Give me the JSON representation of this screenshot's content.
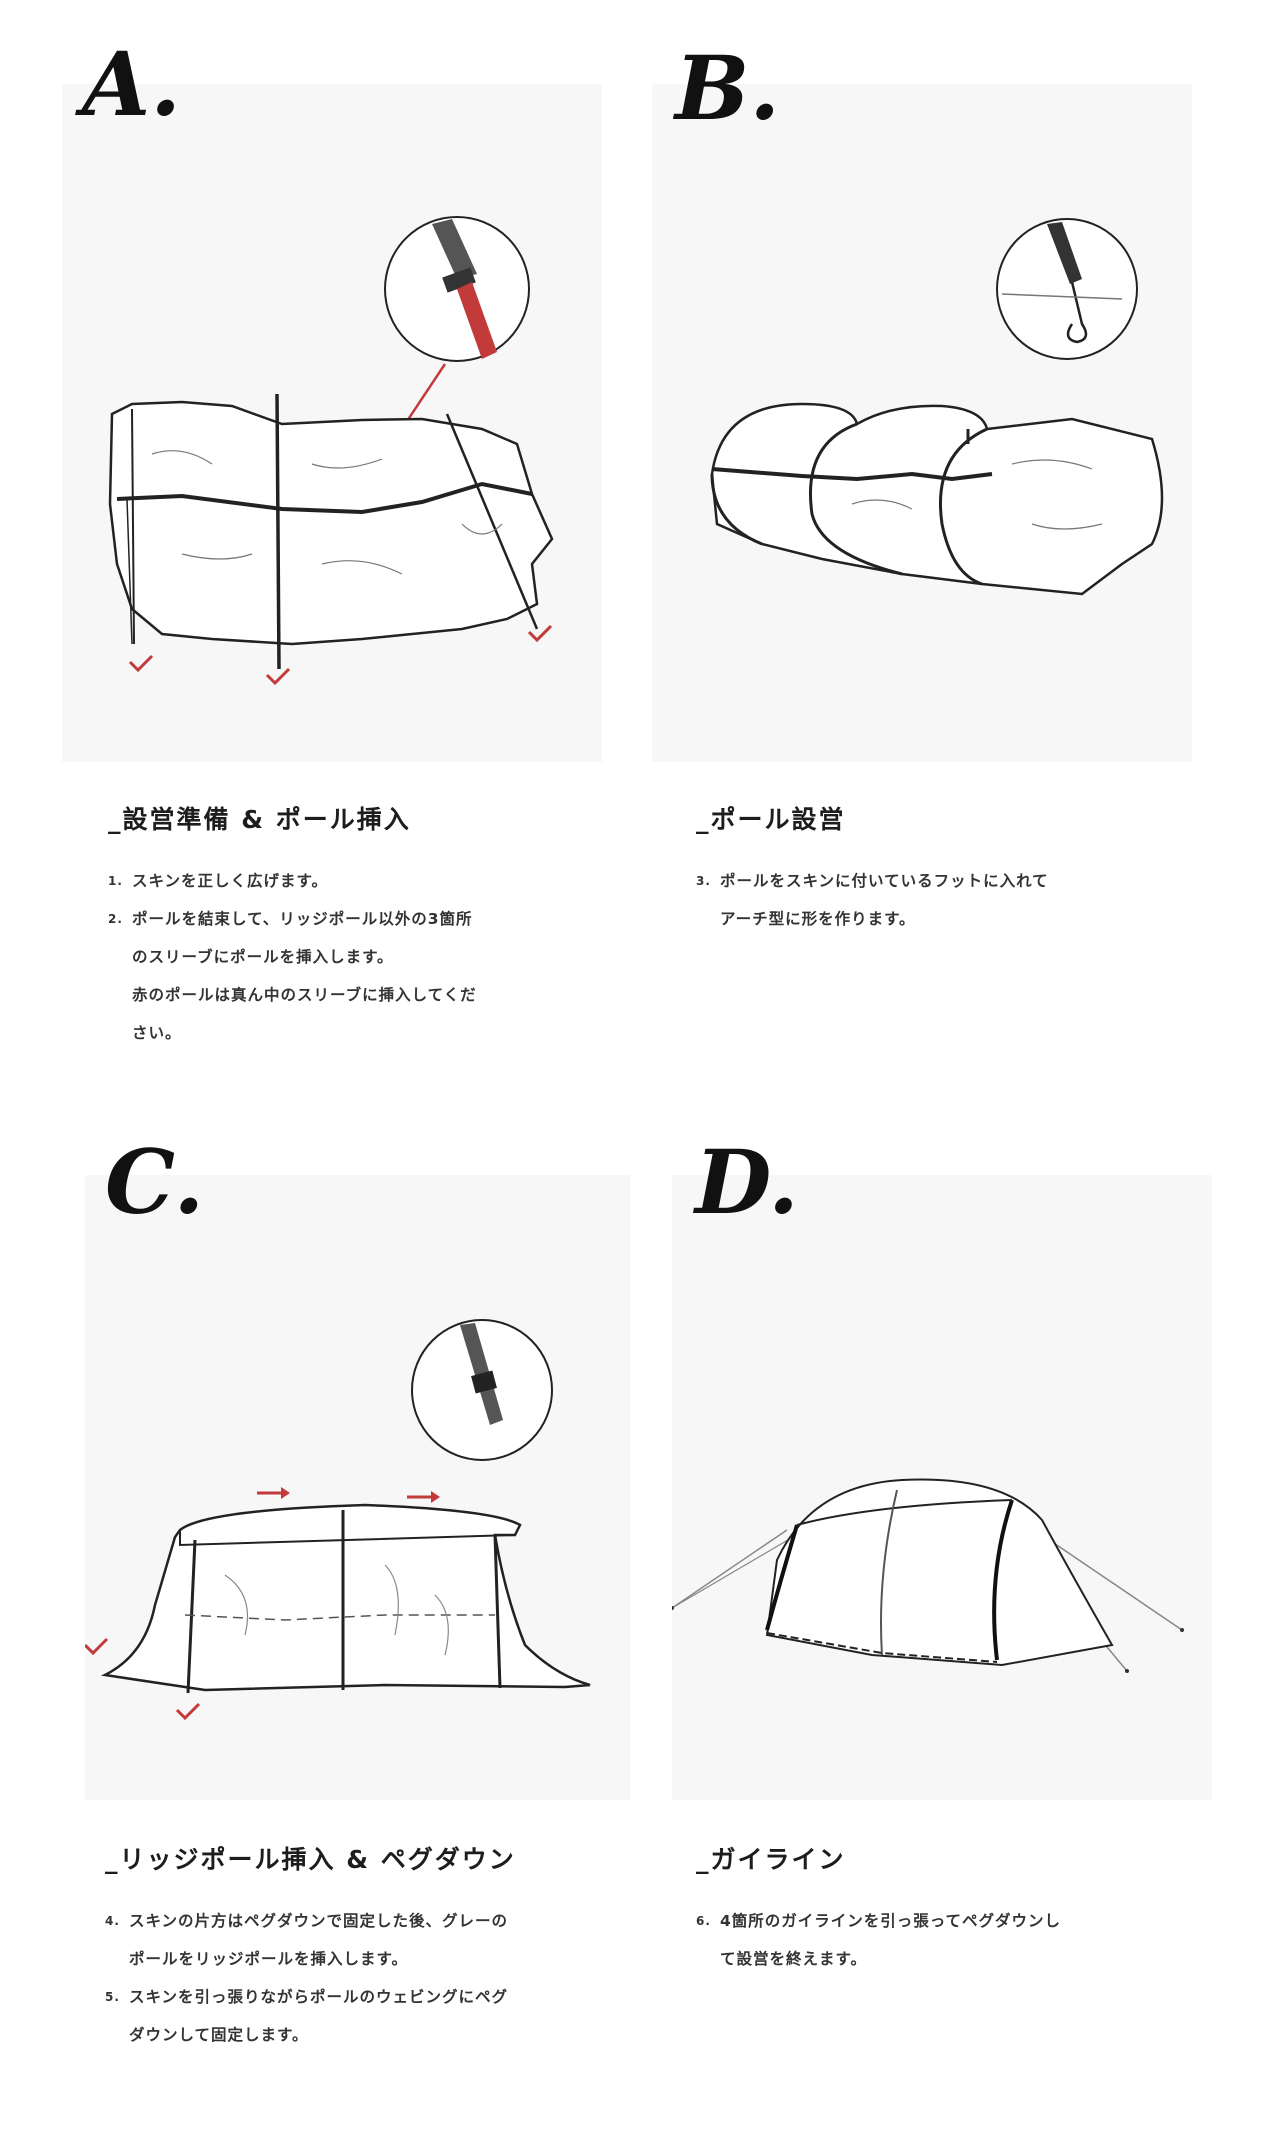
{
  "panels": {
    "a": {
      "letter": "A.",
      "heading": "_設営準備 & ポール挿入",
      "steps": [
        {
          "num": "1.",
          "text": "スキンを正しく広げます。"
        },
        {
          "num": "2.",
          "text": "ポールを結束して、リッジポール以外の3箇所\nのスリーブにポールを挿入します。\n赤のポールは真ん中のスリーブに挿入してくだ\nさい。"
        }
      ]
    },
    "b": {
      "letter": "B.",
      "heading": "_ポール設営",
      "steps": [
        {
          "num": "3.",
          "text": "ポールをスキンに付いているフットに入れて\nアーチ型に形を作ります。"
        }
      ]
    },
    "c": {
      "letter": "C.",
      "heading": "_リッジポール挿入 & ペグダウン",
      "steps": [
        {
          "num": "4.",
          "text": "スキンの片方はペグダウンで固定した後、グレーの\nポールをリッジポールを挿入します。"
        },
        {
          "num": "5.",
          "text": "スキンを引っ張りながらポールのウェビングにペグ\nダウンして固定します。"
        }
      ]
    },
    "d": {
      "letter": "D.",
      "heading": "_ガイライン",
      "steps": [
        {
          "num": "6.",
          "text": "4箇所のガイラインを引っ張ってペグダウンし\nて設営を終えます。"
        }
      ]
    }
  },
  "colors": {
    "accent_red": "#c23a3a",
    "pole_grey": "#555555",
    "panel_bg": "#f7f7f7"
  }
}
